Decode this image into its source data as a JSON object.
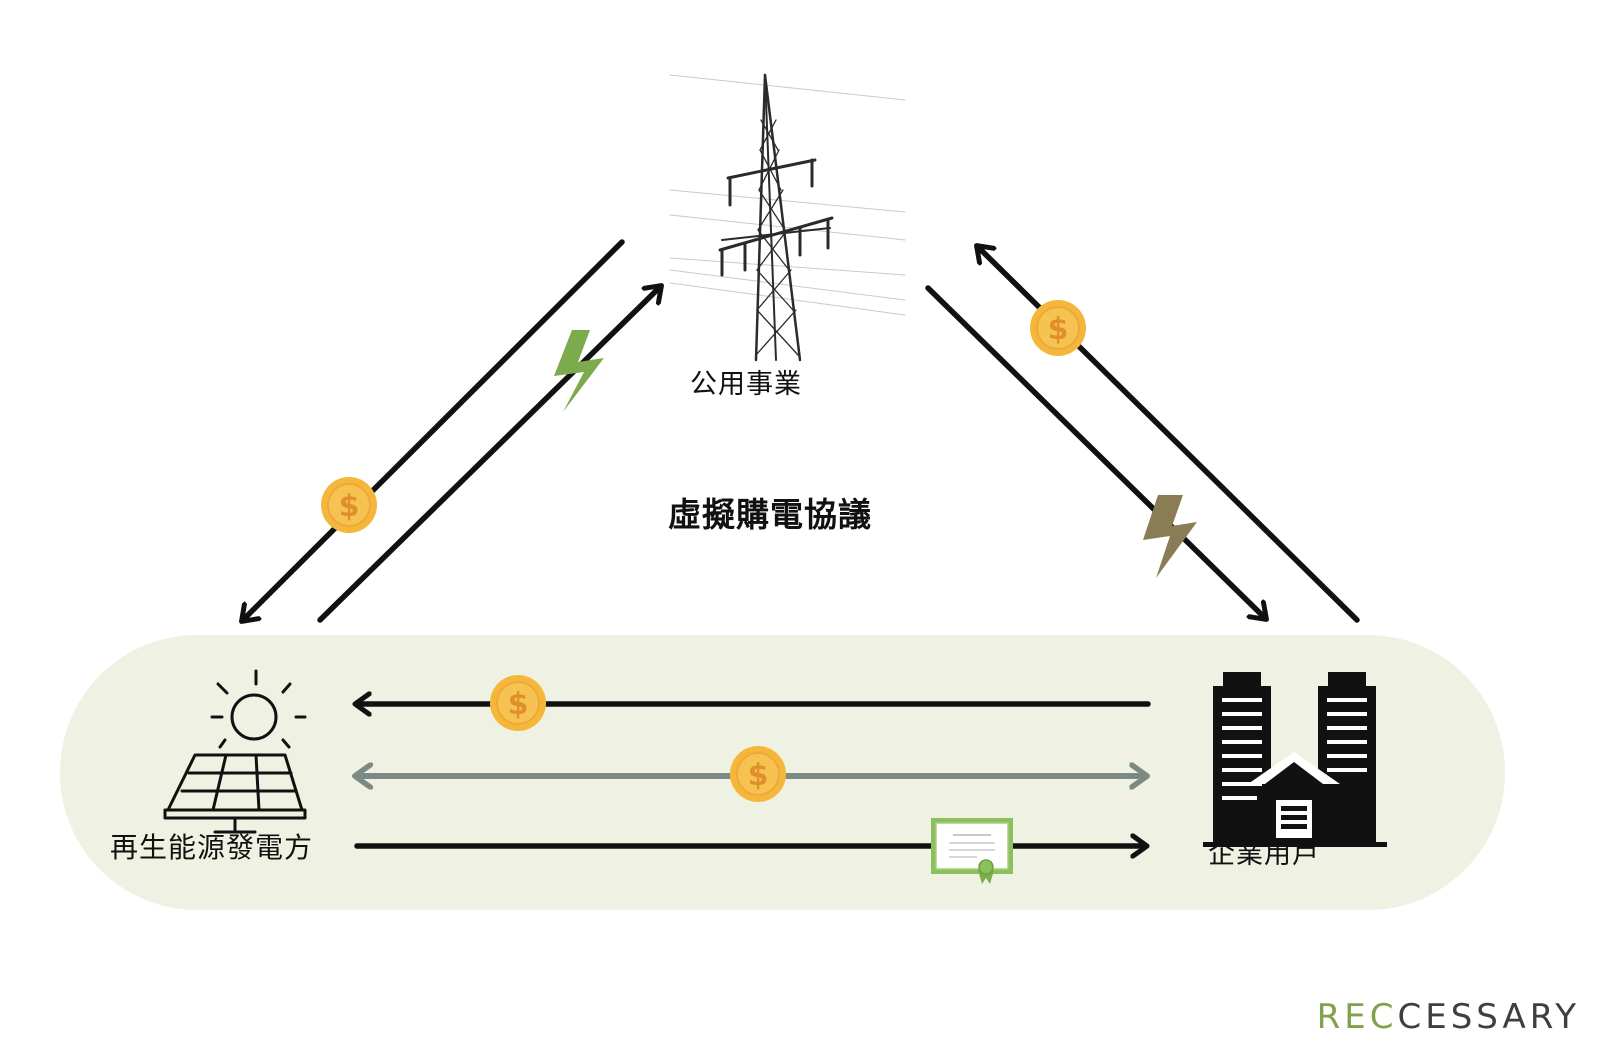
{
  "nodes": {
    "utility": {
      "label": "公用事業",
      "icon": "transmission-tower-icon"
    },
    "generator": {
      "label": "再生能源發電方",
      "icon": "solar-panel-icon"
    },
    "consumer": {
      "label": "企業用戶",
      "icon": "office-buildings-icon"
    }
  },
  "center_title": "虛擬購電協議",
  "brand": {
    "accent_part": "REC",
    "rest_part": "CESSARY"
  },
  "icons": {
    "coin": "dollar-coin-icon",
    "power": "lightning-bolt-icon",
    "certificate": "certificate-icon"
  },
  "colors": {
    "panel_background": "#eff1e3",
    "arrow": "#111111",
    "bidirectional_arrow": "#7b8a83",
    "coin_fill": "#f4b73a",
    "coin_symbol": "#e0902a",
    "bolt_green": "#7bab4c",
    "bolt_olive": "#8a7d55",
    "certificate_border": "#8cbf5d",
    "brand_accent": "#7fa24a",
    "brand_text": "#3f3f3f"
  }
}
